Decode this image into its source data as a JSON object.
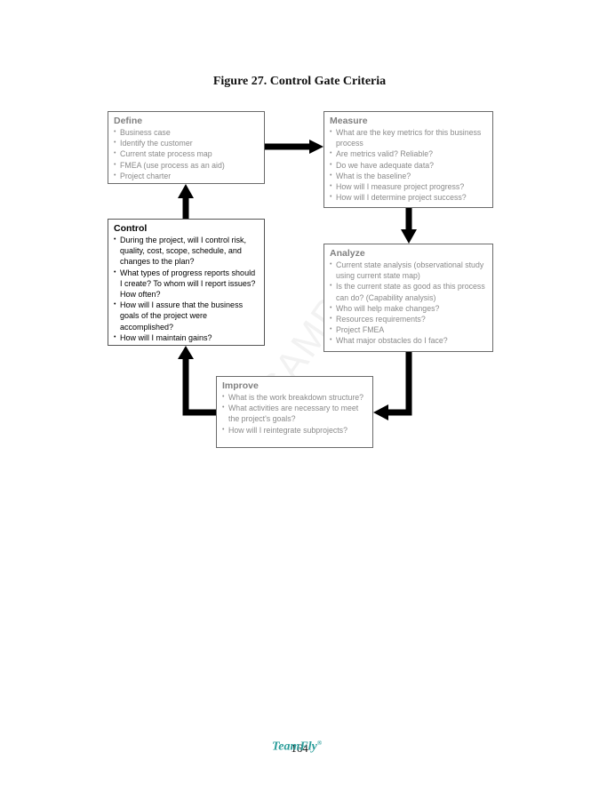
{
  "figure_title": "Figure 27. Control Gate Criteria",
  "colors": {
    "gray_text": "#8a8a8a",
    "dark_text": "#000000",
    "arrow": "#000000",
    "brand": "#2a9d9a"
  },
  "boxes": {
    "define": {
      "title": "Define",
      "items": [
        "Business case",
        "Identify the customer",
        "Current state process map",
        "FMEA (use process as an aid)",
        "Project charter"
      ]
    },
    "measure": {
      "title": "Measure",
      "items": [
        "What are the key metrics for this business process",
        "Are metrics valid? Reliable?",
        "Do we have adequate data?",
        "What is the baseline?",
        "How will I measure project progress?",
        "How will I determine project success?"
      ]
    },
    "analyze": {
      "title": "Analyze",
      "items": [
        "Current state analysis (observational study using current state map)",
        "Is the current state as good as this process can do? (Capability analysis)",
        "Who will help make changes?",
        "Resources requirements?",
        "Project FMEA",
        "What major obstacles do I face?"
      ]
    },
    "improve": {
      "title": "Improve",
      "items": [
        "What is the work breakdown structure?",
        "What activities are necessary to meet the project's goals?",
        "How will I reintegrate subprojects?"
      ]
    },
    "control": {
      "title": "Control",
      "items": [
        "During the project, will I control risk, quality, cost, scope, schedule, and changes to the plan?",
        "What types of progress reports should I create? To whom will I report issues? How often?",
        "How will I assure that the business goals of the project were accomplished?",
        "How will I maintain gains?"
      ]
    }
  },
  "page_number": "164",
  "brand": {
    "text": "TeamFly",
    "mark": "®"
  },
  "watermark": "SAMPLE"
}
